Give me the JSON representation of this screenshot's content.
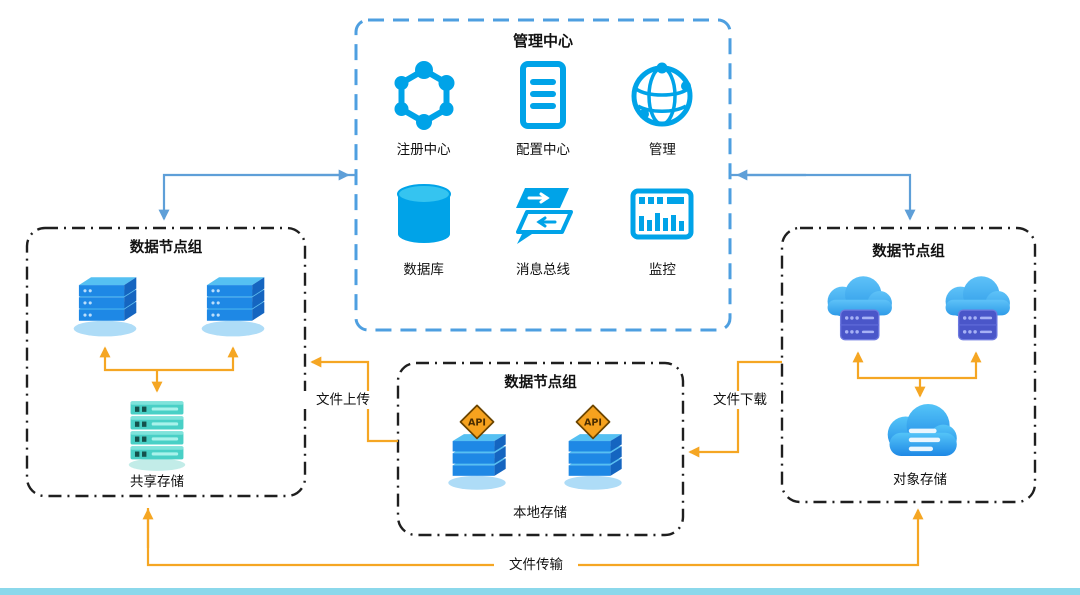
{
  "management_center": {
    "title": "管理中心",
    "items": [
      {
        "label": "注册中心"
      },
      {
        "label": "配置中心"
      },
      {
        "label": "管理"
      },
      {
        "label": "数据库"
      },
      {
        "label": "消息总线"
      },
      {
        "label": "监控"
      }
    ]
  },
  "left_group": {
    "title": "数据节点组",
    "storage_label": "共享存储"
  },
  "center_group": {
    "title": "数据节点组",
    "storage_label": "本地存储",
    "api_badge": "API"
  },
  "right_group": {
    "title": "数据节点组",
    "storage_label": "对象存储"
  },
  "edges": {
    "upload": "文件上传",
    "download": "文件下载",
    "transfer": "文件传输"
  },
  "colors": {
    "icon_accent": "#00A3E8",
    "management_border": "#4E9FE0",
    "group_border": "#1F1F1F",
    "arrow_orange": "#F5A623",
    "arrow_blue": "#5E9FD8",
    "storage_teal": "#49D0C6",
    "api_orange": "#F6A21E",
    "bottom_bar": "#8BD8EB"
  }
}
